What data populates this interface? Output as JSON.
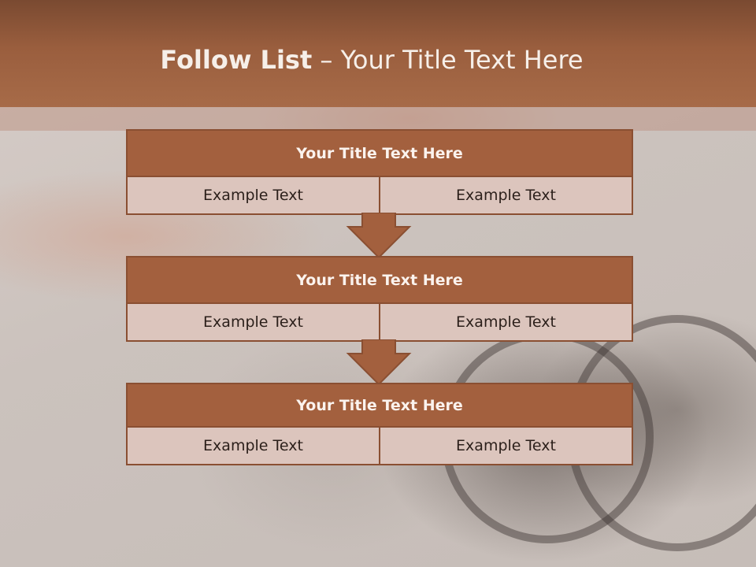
{
  "slide": {
    "title_bold": "Follow List",
    "title_rest": " – Your Title Text Here"
  },
  "blocks": [
    {
      "title": "Your Title Text Here",
      "cells": [
        "Example Text",
        "Example Text"
      ]
    },
    {
      "title": "Your Title Text Here",
      "cells": [
        "Example Text",
        "Example Text"
      ]
    },
    {
      "title": "Your Title Text Here",
      "cells": [
        "Example Text",
        "Example Text"
      ]
    }
  ],
  "colors": {
    "header": "#9a5e3e",
    "block_title_fill": "#a3603e",
    "block_cell_fill": "#dcc5bd",
    "border": "#8a4f32",
    "arrow": "#a3603e"
  },
  "icons": {
    "arrow": "down-arrow-icon"
  }
}
